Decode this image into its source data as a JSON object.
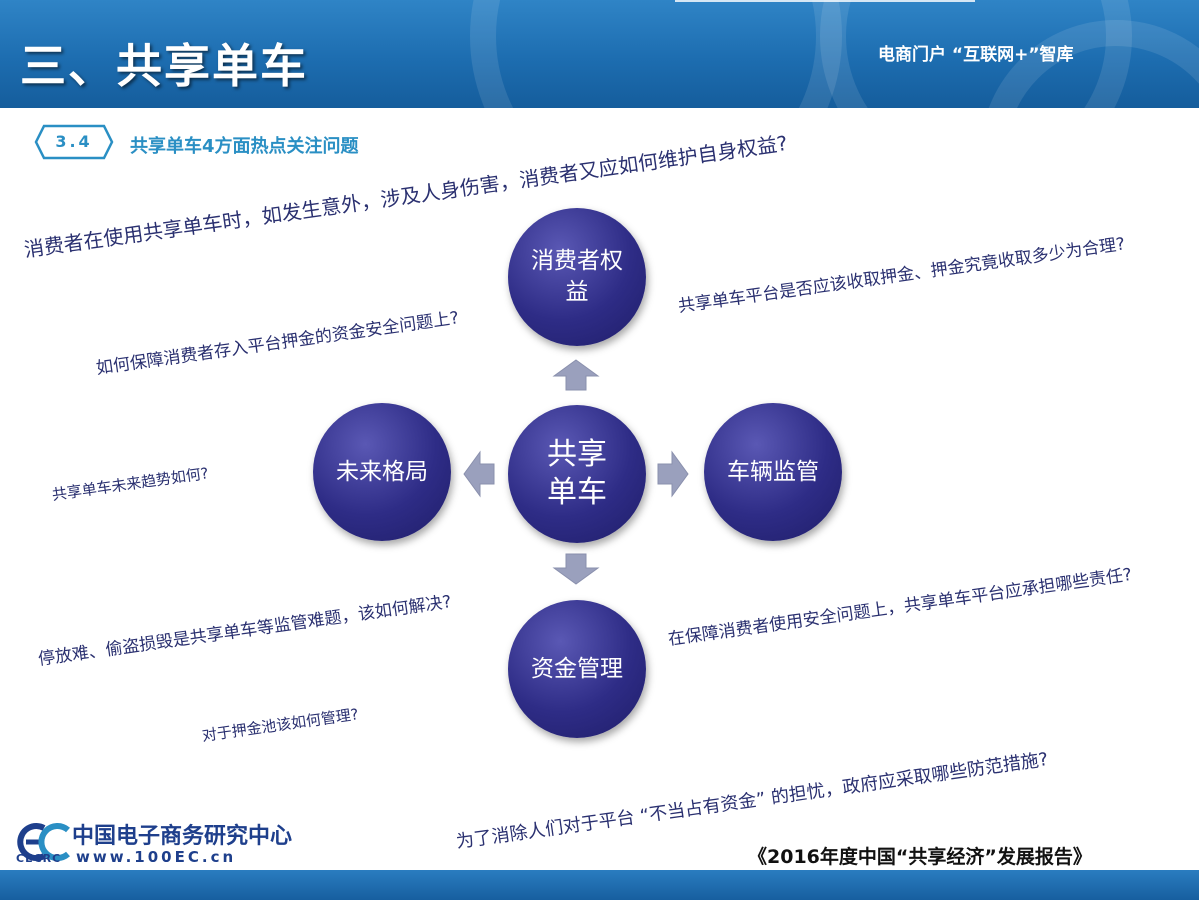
{
  "header": {
    "title": "三、共享单车",
    "brand": "电商门户 “互联网+”智库"
  },
  "section": {
    "number": "3.4",
    "title": "共享单车4方面热点关注问题"
  },
  "circles": {
    "center": "共享单车",
    "top": "消费者权益",
    "left": "未来格局",
    "right": "车辆监管",
    "bottom": "资金管理"
  },
  "questions": {
    "q1": "消费者在使用共享单车时，如发生意外，涉及人身伤害，消费者又应如何维护自身权益?",
    "q2": "共享单车平台是否应该收取押金、押金究竟收取多少为合理?",
    "q3": "如何保障消费者存入平台押金的资金安全问题上?",
    "q4": "共享单车未来趋势如何?",
    "q5": "停放难、偷盗损毁是共享单车等监管难题，该如何解决?",
    "q6": "在保障消费者使用安全问题上，共享单车平台应承担哪些责任?",
    "q7": "对于押金池该如何管理?",
    "q8": "为了消除人们对于平台 “不当占有资金” 的担忧，政府应采取哪些防范措施?"
  },
  "footer": {
    "org_name": "中国电子商务研究中心",
    "org_abbr": "CECRC",
    "url": "www.100EC.cn",
    "report": "《2016年度中国“共享经济”发展报告》"
  },
  "colors": {
    "header_blue": "#1d6db0",
    "circle_navy": "#2e2c86",
    "text_navy": "#2a3070",
    "accent_cyan": "#2a8fc4",
    "arrow_gray": "#9aa0bd"
  }
}
